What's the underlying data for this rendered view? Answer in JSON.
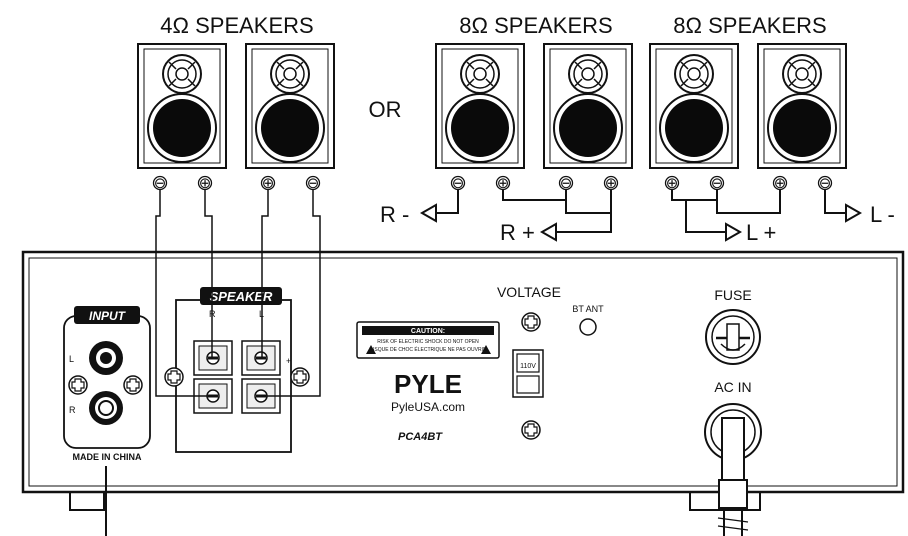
{
  "groups": [
    {
      "label": "4Ω SPEAKERS"
    },
    {
      "label": "8Ω SPEAKERS"
    },
    {
      "label": "8Ω SPEAKERS"
    }
  ],
  "or_label": "OR",
  "wire_labels": {
    "r_minus": "R -",
    "r_plus": "R +",
    "l_plus": "L +",
    "l_minus": "L -"
  },
  "terminal_symbols": {
    "minus": "⊖",
    "plus": "⊕"
  },
  "panel": {
    "input_label": "INPUT",
    "input_l": "L",
    "input_r": "R",
    "made_in": "MADE IN CHINA",
    "speaker_label": "SPEAKER",
    "speaker_r": "R",
    "speaker_l": "L",
    "speaker_plus": "+",
    "voltage_label": "VOLTAGE",
    "bt_ant": "BT ANT",
    "caution_title": "CAUTION:",
    "caution_line1": "RISK OF ELECTRIC SHOCK DO NOT OPEN",
    "caution_line2": "RISQUE DE CHOC ÉLECTRIQUE NE PAS OUVRIR",
    "voltage_value": "110V",
    "brand": "PYLE",
    "website": "PyleUSA.com",
    "model": "PCA4BT",
    "fuse_label": "FUSE",
    "ac_in_label": "AC IN"
  }
}
